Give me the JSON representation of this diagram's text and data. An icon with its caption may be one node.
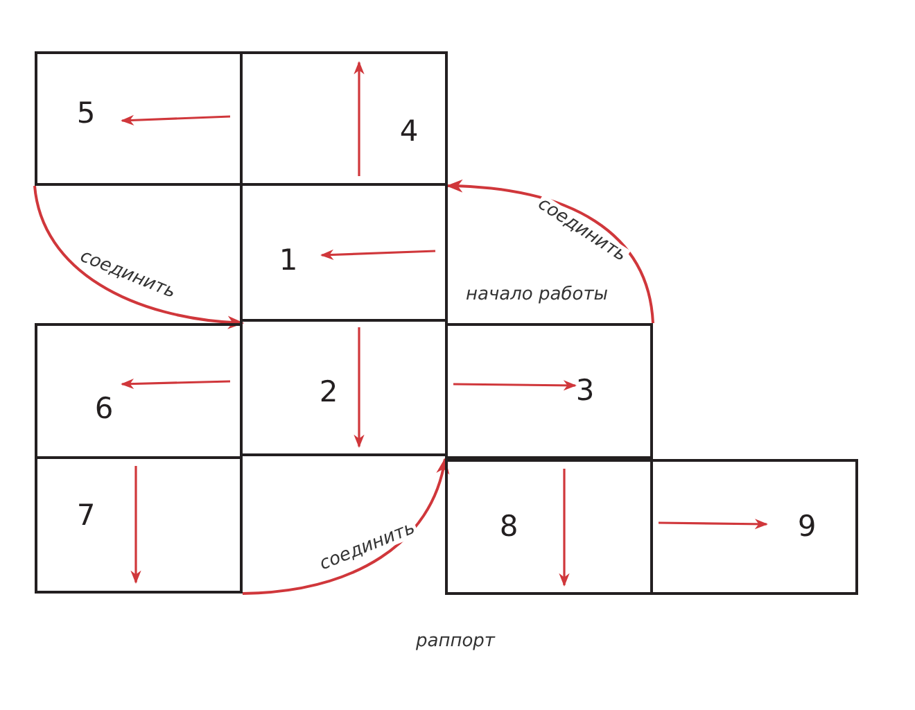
{
  "diagram": {
    "nodes": [
      {
        "text": [
          "5"
        ]
      },
      {
        "text": [
          "4"
        ]
      },
      {
        "text": [
          "1"
        ]
      },
      {
        "text": [
          "6"
        ]
      },
      {
        "text": [
          "2"
        ]
      },
      {
        "text": [
          "3"
        ]
      },
      {
        "text": [
          "7"
        ]
      },
      {
        "text": [
          "8"
        ]
      },
      {
        "text": [
          "9"
        ]
      }
    ],
    "edges": [
      {
        "from": 0,
        "to": 3,
        "arrow": "to",
        "label": "соединить"
      },
      {
        "from": 5,
        "to": 1,
        "arrow": "to",
        "label": "соединить"
      },
      {
        "from": 6,
        "to": 7,
        "arrow": "to",
        "label": "соединить"
      }
    ],
    "labels": [
      "начало работы",
      "раппорт"
    ]
  }
}
